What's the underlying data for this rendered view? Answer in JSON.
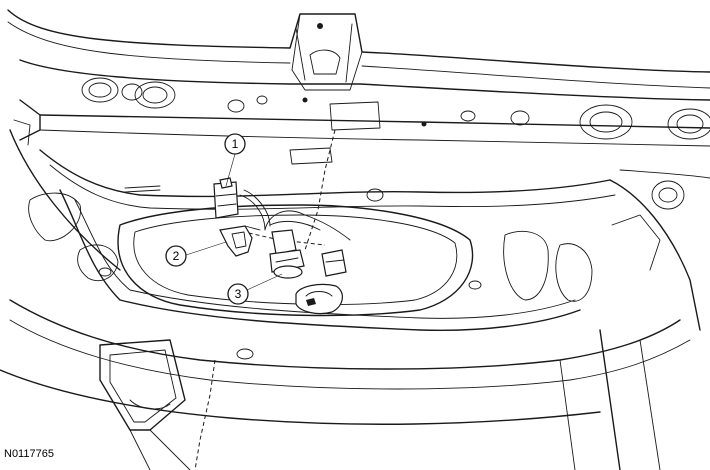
{
  "figure": {
    "reference_code": "N0117765",
    "callouts": [
      {
        "label": "1"
      },
      {
        "label": "2"
      },
      {
        "label": "3"
      }
    ]
  }
}
